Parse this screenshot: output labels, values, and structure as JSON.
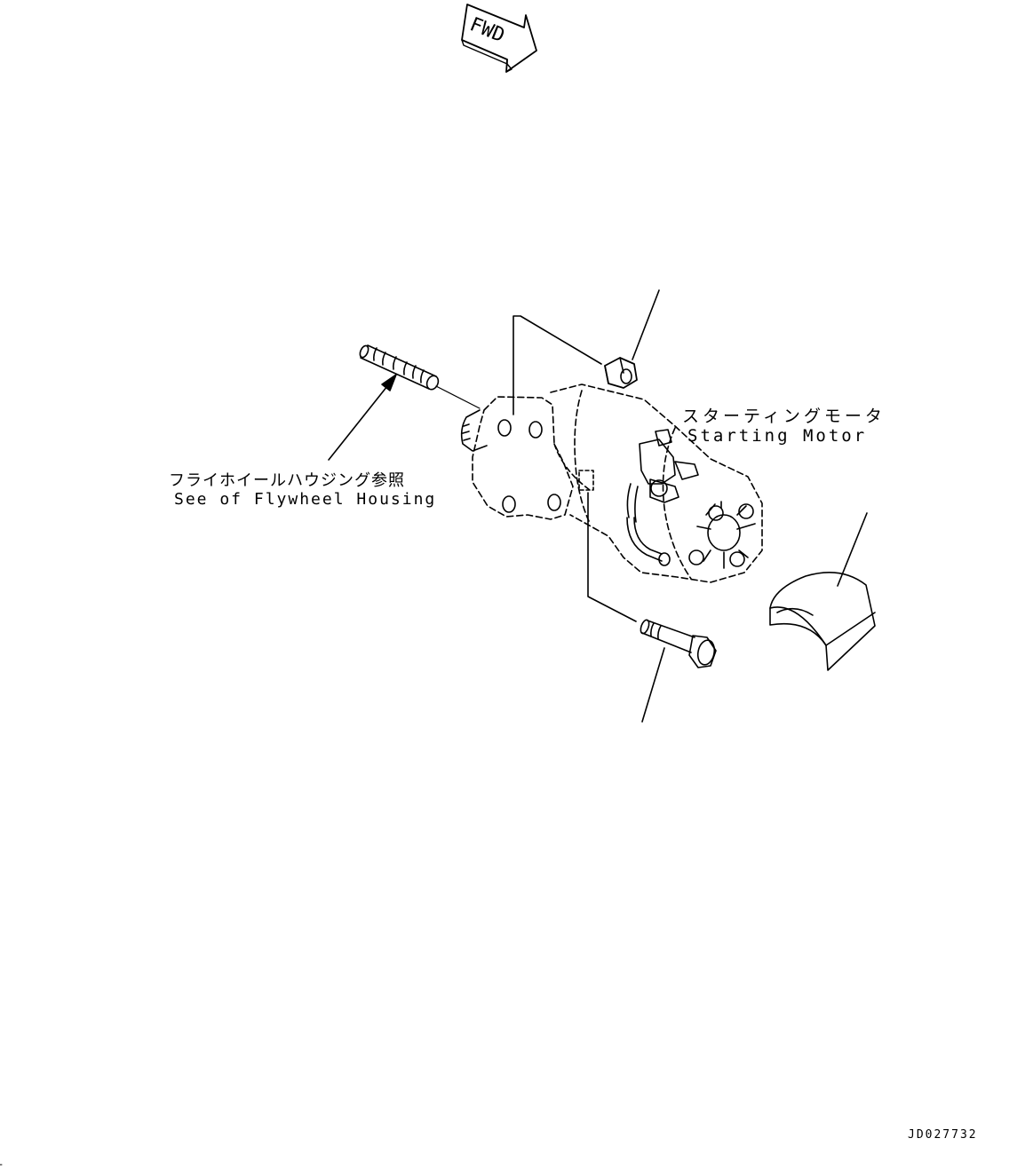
{
  "direction_arrow": {
    "label": "FWD"
  },
  "labels": {
    "starting_motor_jp": "スターティングモータ",
    "starting_motor_en": "Starting Motor",
    "flywheel_ref_jp": "フライホイールハウジング参照",
    "flywheel_ref_en": "See of Flywheel Housing"
  },
  "drawing_number": "JD027732",
  "colors": {
    "line": "#000000",
    "background": "#ffffff"
  }
}
